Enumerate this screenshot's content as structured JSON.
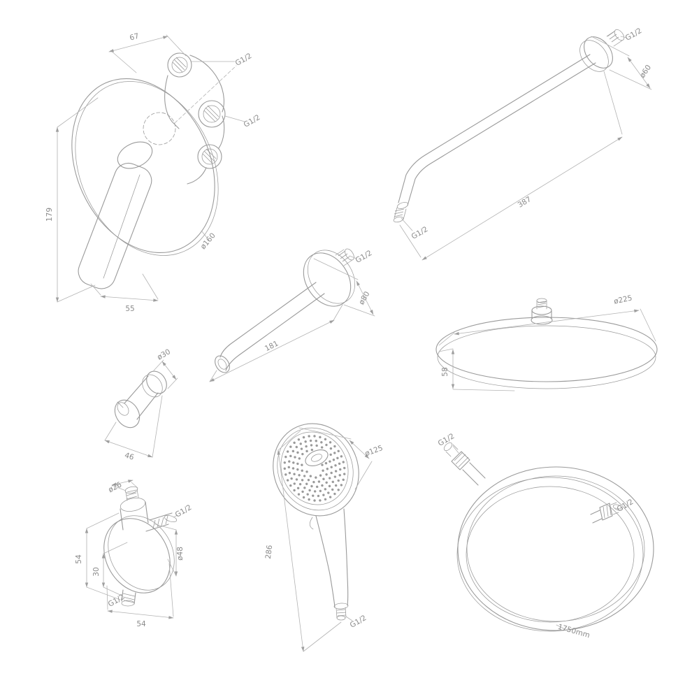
{
  "style": {
    "background": "#ffffff",
    "line_color": "#9a9a9a",
    "dim_line_color": "#b3b3b3",
    "text_color": "#8a8a8a"
  },
  "mixer": {
    "dim_top_width": "67",
    "dim_height": "179",
    "dim_handle_width": "55",
    "dim_plate_diameter": "ø160",
    "thread_port_top": "G1/2",
    "thread_port_side": "G1/2"
  },
  "shower_arm": {
    "thread_wall": "G1/2",
    "dim_flange_diameter": "ø60",
    "dim_length": "387",
    "thread_outlet": "G1/2"
  },
  "spout": {
    "thread_wall": "G1/2",
    "dim_flange_diameter": "ø80",
    "dim_length": "181"
  },
  "rain_head": {
    "dim_diameter": "ø225",
    "dim_height": "58"
  },
  "holder": {
    "dim_plate_diameter": "ø30",
    "dim_width": "46"
  },
  "elbow": {
    "dim_top_diameter": "ø26",
    "thread_outlet": "G1/2",
    "dim_body_diameter": "ø48",
    "dim_height": "54",
    "dim_offset": "30",
    "thread_inlet": "G1/2",
    "dim_width": "54"
  },
  "hand_shower": {
    "dim_head_diameter": "ø125",
    "dim_length": "286",
    "thread_inlet": "G1/2"
  },
  "hose": {
    "thread_end_a": "G1/2",
    "thread_end_b": "G1/2",
    "dim_length": "1750mm"
  }
}
